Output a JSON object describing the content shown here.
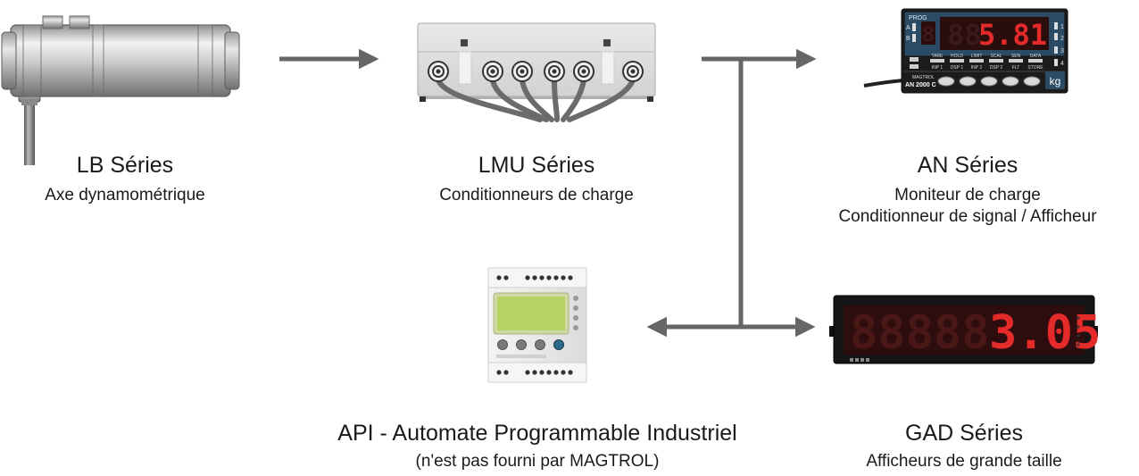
{
  "products": {
    "lb": {
      "title": "LB Séries",
      "subtitle": "Axe dynamométrique"
    },
    "lmu": {
      "title": "LMU Séries",
      "subtitle": "Conditionneurs de charge"
    },
    "an": {
      "title": "AN Séries",
      "subtitle_line1": "Moniteur de charge",
      "subtitle_line2": "Conditionneur de signal / Afficheur",
      "display_value": "5.81",
      "model_label": "AN 2000 C",
      "brand_label": "MAGTROL",
      "prog_label": "PROG",
      "unit_label": "kg",
      "led_labels": [
        "A",
        "B"
      ],
      "relay_numbers": [
        "1",
        "2",
        "3",
        "4"
      ],
      "key_labels_top": [
        "TARE",
        "HOLD",
        "LIMIT",
        "SCAL",
        "SEN",
        "DATA"
      ],
      "key_labels_bottom": [
        "INP 1",
        "DSP 1",
        "INP 2",
        "DSP 2",
        "FLT",
        "STORE"
      ]
    },
    "plc": {
      "title": "API - Automate Programmable Industriel",
      "subtitle": "(n'est pas fourni par MAGTROL)"
    },
    "gad": {
      "title": "GAD Séries",
      "subtitle": "Afficheurs de grande taille",
      "display_value": "3.05"
    }
  },
  "colors": {
    "arrow": "#666666",
    "segment_on": "#e52a2a",
    "segment_off": "#3a1a1a",
    "lcd": "#b9d264"
  }
}
